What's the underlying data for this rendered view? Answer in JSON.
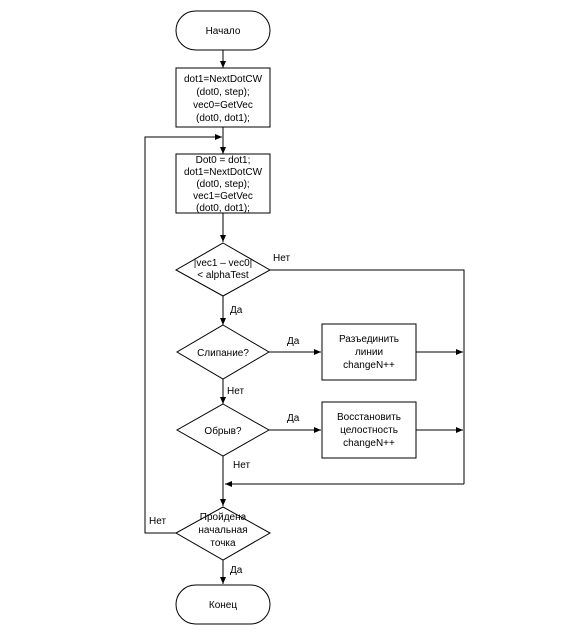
{
  "flowchart": {
    "start": "Начало",
    "init": [
      "dot1=NextDotCW",
      "(dot0, step);",
      "vec0=GetVec",
      "(dot0, dot1);"
    ],
    "loop_body": [
      "Dot0 = dot1;",
      "dot1=NextDotCW",
      "(dot0, step);",
      "vec1=GetVec",
      "(dot0, dot1);"
    ],
    "decision_angle": [
      "|vec1 – vec0|",
      "< alphaTest"
    ],
    "decision_stick": "Слипание?",
    "decision_break": "Обрыв?",
    "decision_start": [
      "Пройдена",
      "начальная",
      "точка"
    ],
    "action_split": [
      "Разъединить",
      "линии",
      "changeN++"
    ],
    "action_restore": [
      "Восстановить",
      "целостность",
      "changeN++"
    ],
    "end": "Конец",
    "labels": {
      "angle_no": "Нет",
      "angle_yes": "Да",
      "stick_yes": "Да",
      "stick_no": "Нет",
      "break_yes": "Да",
      "break_no": "Нет",
      "start_no": "Нет",
      "start_yes": "Да"
    }
  }
}
